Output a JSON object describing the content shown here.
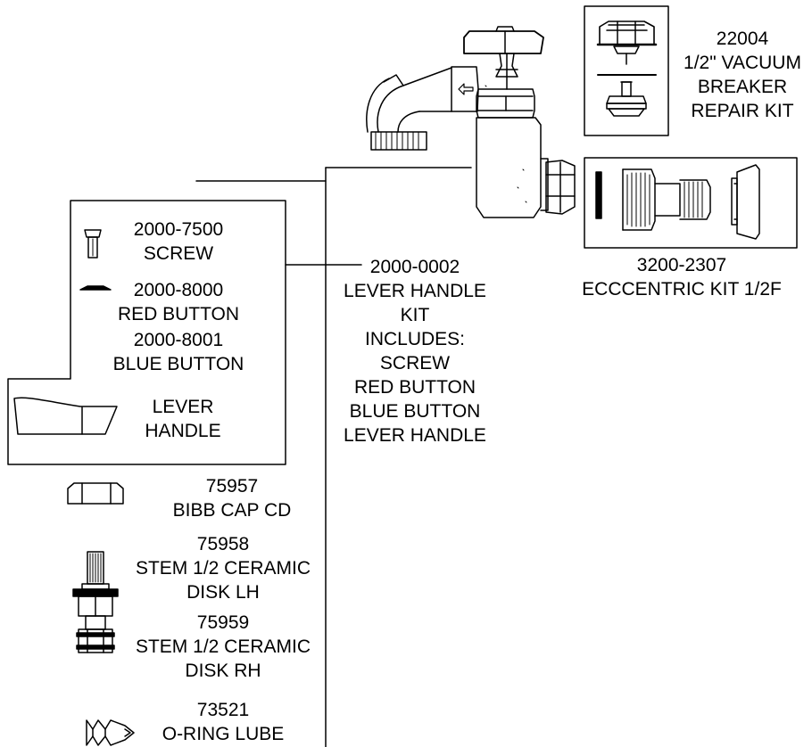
{
  "parts": {
    "vacuum_breaker": {
      "number": "22004",
      "lines": [
        "1/2\" VACUUM",
        "BREAKER",
        "REPAIR KIT"
      ]
    },
    "eccentric_kit": {
      "number": "3200-2307",
      "lines": [
        "ECCCENTRIC KIT 1/2F"
      ]
    },
    "screw": {
      "number": "2000-7500",
      "lines": [
        "SCREW"
      ]
    },
    "red_button": {
      "number": "2000-8000",
      "lines": [
        "RED BUTTON"
      ]
    },
    "blue_button": {
      "number": "2000-8001",
      "lines": [
        "BLUE BUTTON"
      ]
    },
    "lever_handle": {
      "lines": [
        "LEVER",
        "HANDLE"
      ]
    },
    "lever_handle_kit": {
      "number": "2000-0002",
      "lines": [
        "LEVER HANDLE",
        "KIT",
        "INCLUDES:",
        "SCREW",
        "RED BUTTON",
        "BLUE BUTTON",
        "LEVER HANDLE"
      ]
    },
    "bibb_cap": {
      "number": "75957",
      "lines": [
        "BIBB CAP CD"
      ]
    },
    "stem_lh": {
      "number": "75958",
      "lines": [
        "STEM 1/2 CERAMIC",
        "DISK LH"
      ]
    },
    "stem_rh": {
      "number": "75959",
      "lines": [
        "STEM 1/2 CERAMIC",
        "DISK RH"
      ]
    },
    "oring_lube": {
      "number": "73521",
      "lines": [
        "O-RING LUBE"
      ]
    }
  }
}
